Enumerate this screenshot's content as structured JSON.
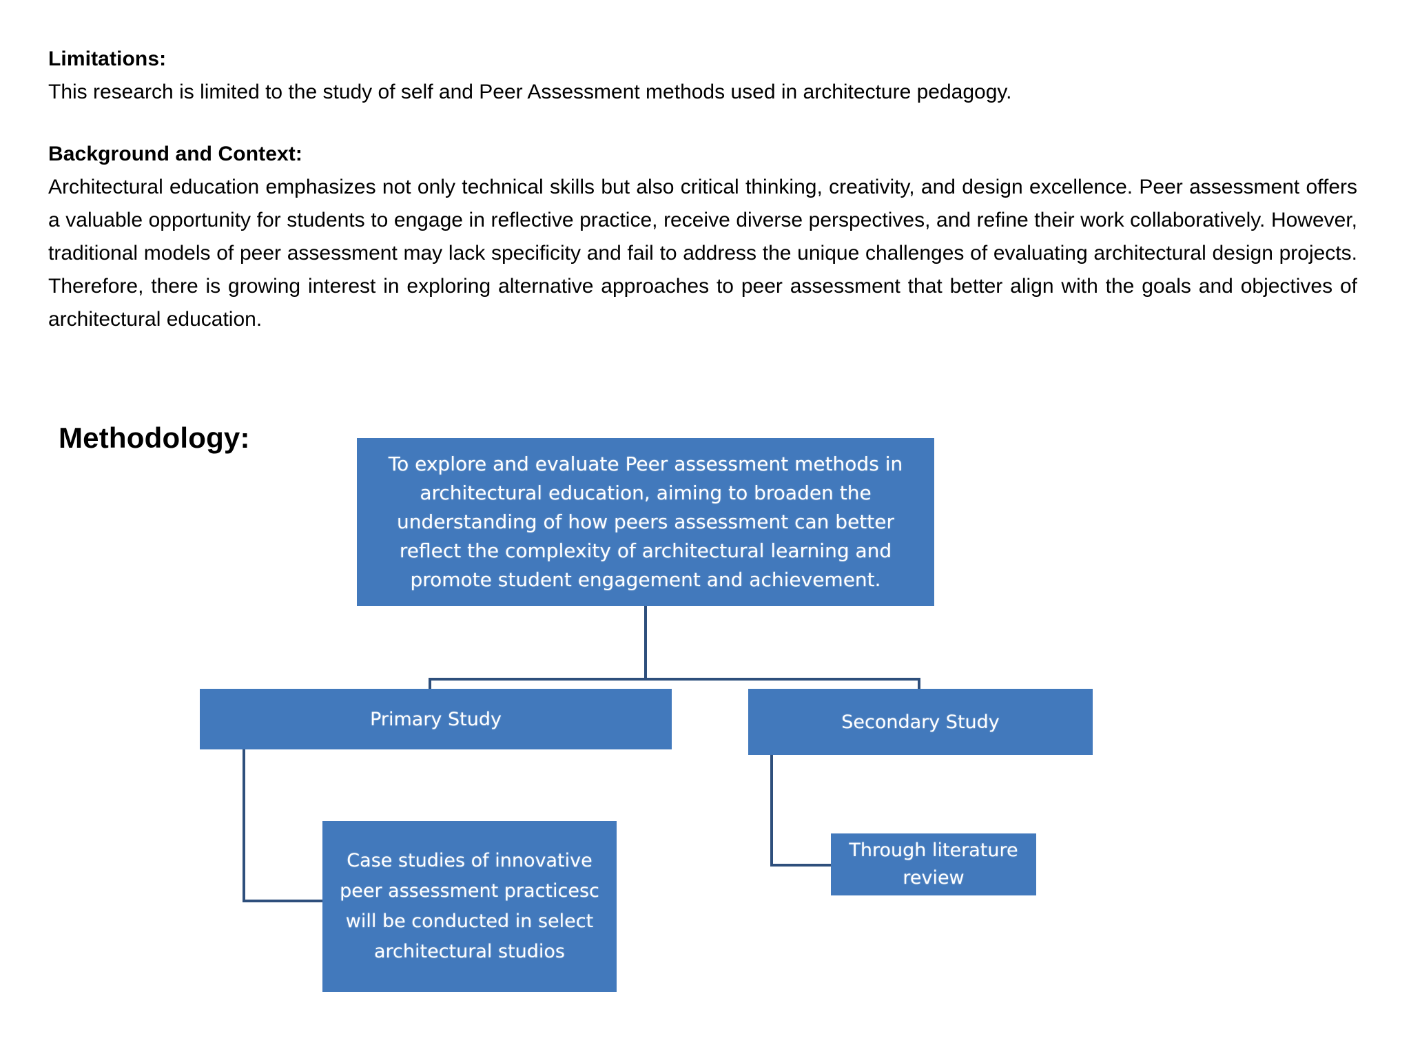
{
  "document": {
    "sections": [
      {
        "heading": "Limitations:",
        "lines": [
          "This research is limited to the study of  self and Peer Assessment methods used in architecture pedagogy."
        ]
      },
      {
        "heading": "Background and Context:",
        "paragraph": "Architectural education emphasizes not only technical skills but also critical thinking, creativity, and design excellence. Peer assessment offers a valuable opportunity for students to engage in reflective practice, receive diverse perspectives, and refine their work collaboratively. However, traditional models of peer assessment may lack specificity and fail to address the unique challenges of evaluating architectural design projects. Therefore, there is growing interest in exploring alternative approaches to peer assessment that better align with the goals and objectives of architectural education."
      }
    ],
    "methodology": {
      "heading": "Methodology:",
      "diagram": {
        "type": "flowchart",
        "accent_color": "#4279bc",
        "connector_color": "#2e4f7c",
        "text_color": "#ffffff",
        "nodes": {
          "root": "To explore and evaluate Peer assessment methods in architectural education, aiming to broaden the understanding of how peers assessment can better reflect the complexity of architectural learning and promote student engagement and achievement.",
          "primary": "Primary Study",
          "secondary": "Secondary Study",
          "case_studies": "Case studies of innovative peer assessment practicesc will be conducted in select architectural studios",
          "literature": "Through literature review"
        },
        "edges": [
          {
            "from": "root",
            "to": "primary"
          },
          {
            "from": "root",
            "to": "secondary"
          },
          {
            "from": "primary",
            "to": "case_studies"
          },
          {
            "from": "secondary",
            "to": "literature"
          }
        ]
      }
    }
  }
}
